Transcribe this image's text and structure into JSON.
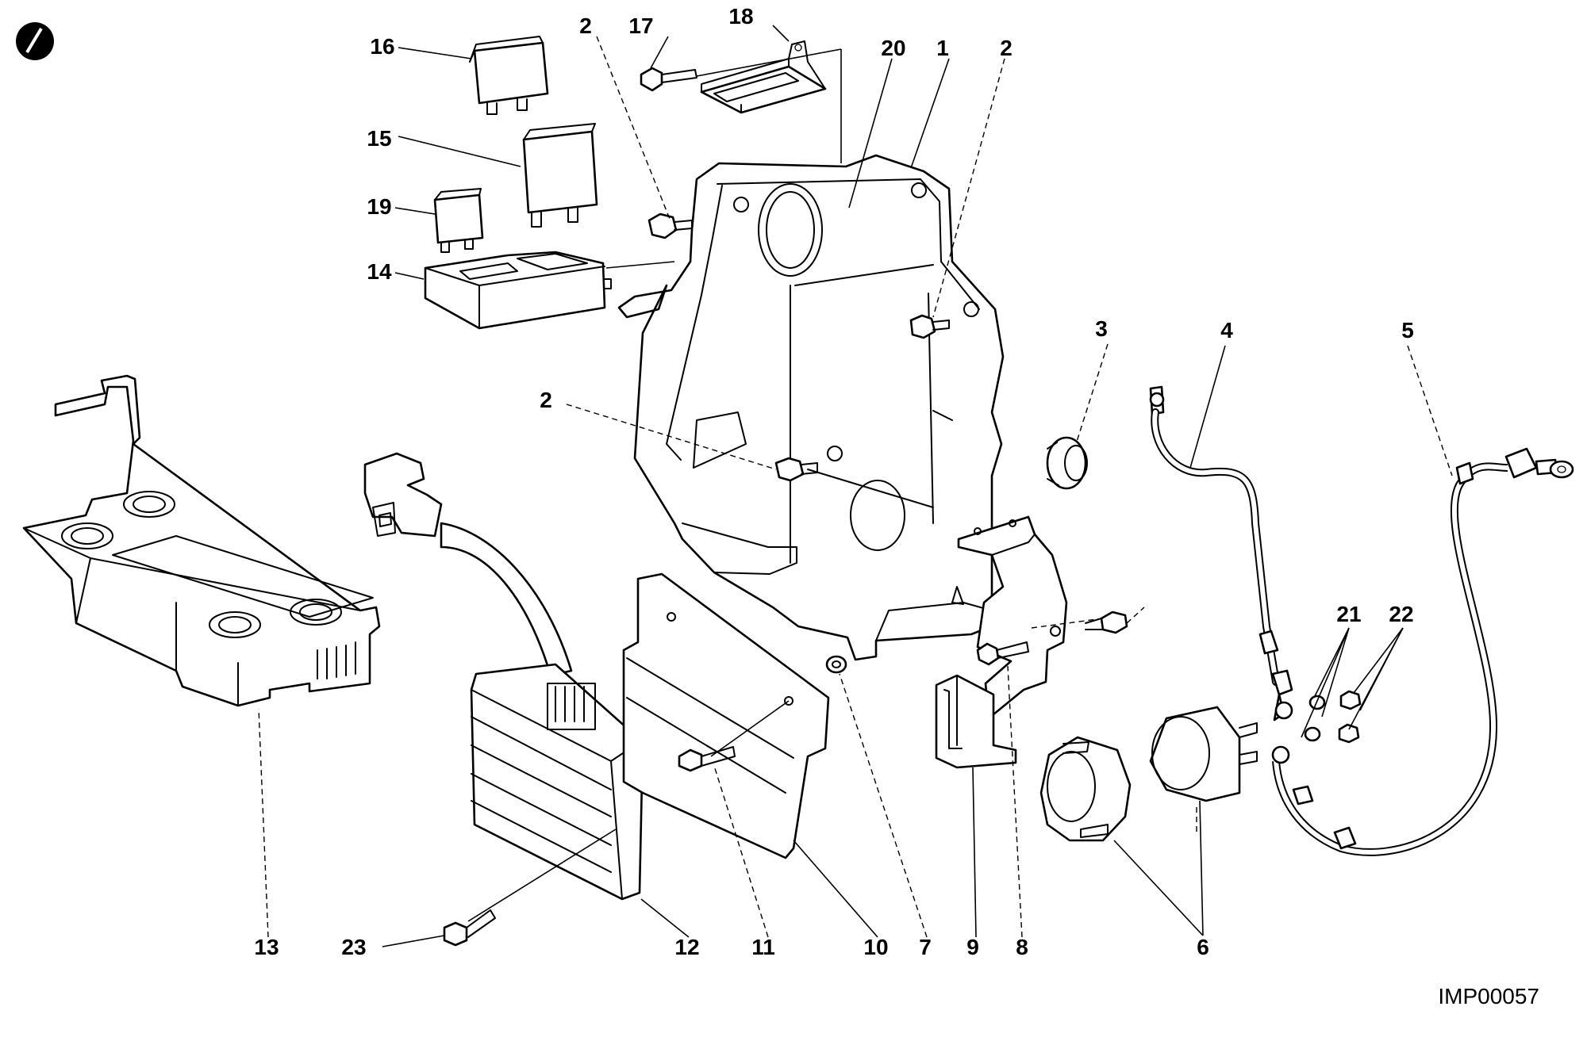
{
  "callouts": [
    "1",
    "2",
    "2",
    "2",
    "3",
    "4",
    "5",
    "6",
    "7",
    "8",
    "9",
    "10",
    "11",
    "12",
    "13",
    "14",
    "15",
    "16",
    "17",
    "18",
    "19",
    "20",
    "21",
    "22",
    "23"
  ],
  "reference_code": "IMP00057",
  "icon": "leaf-icon"
}
